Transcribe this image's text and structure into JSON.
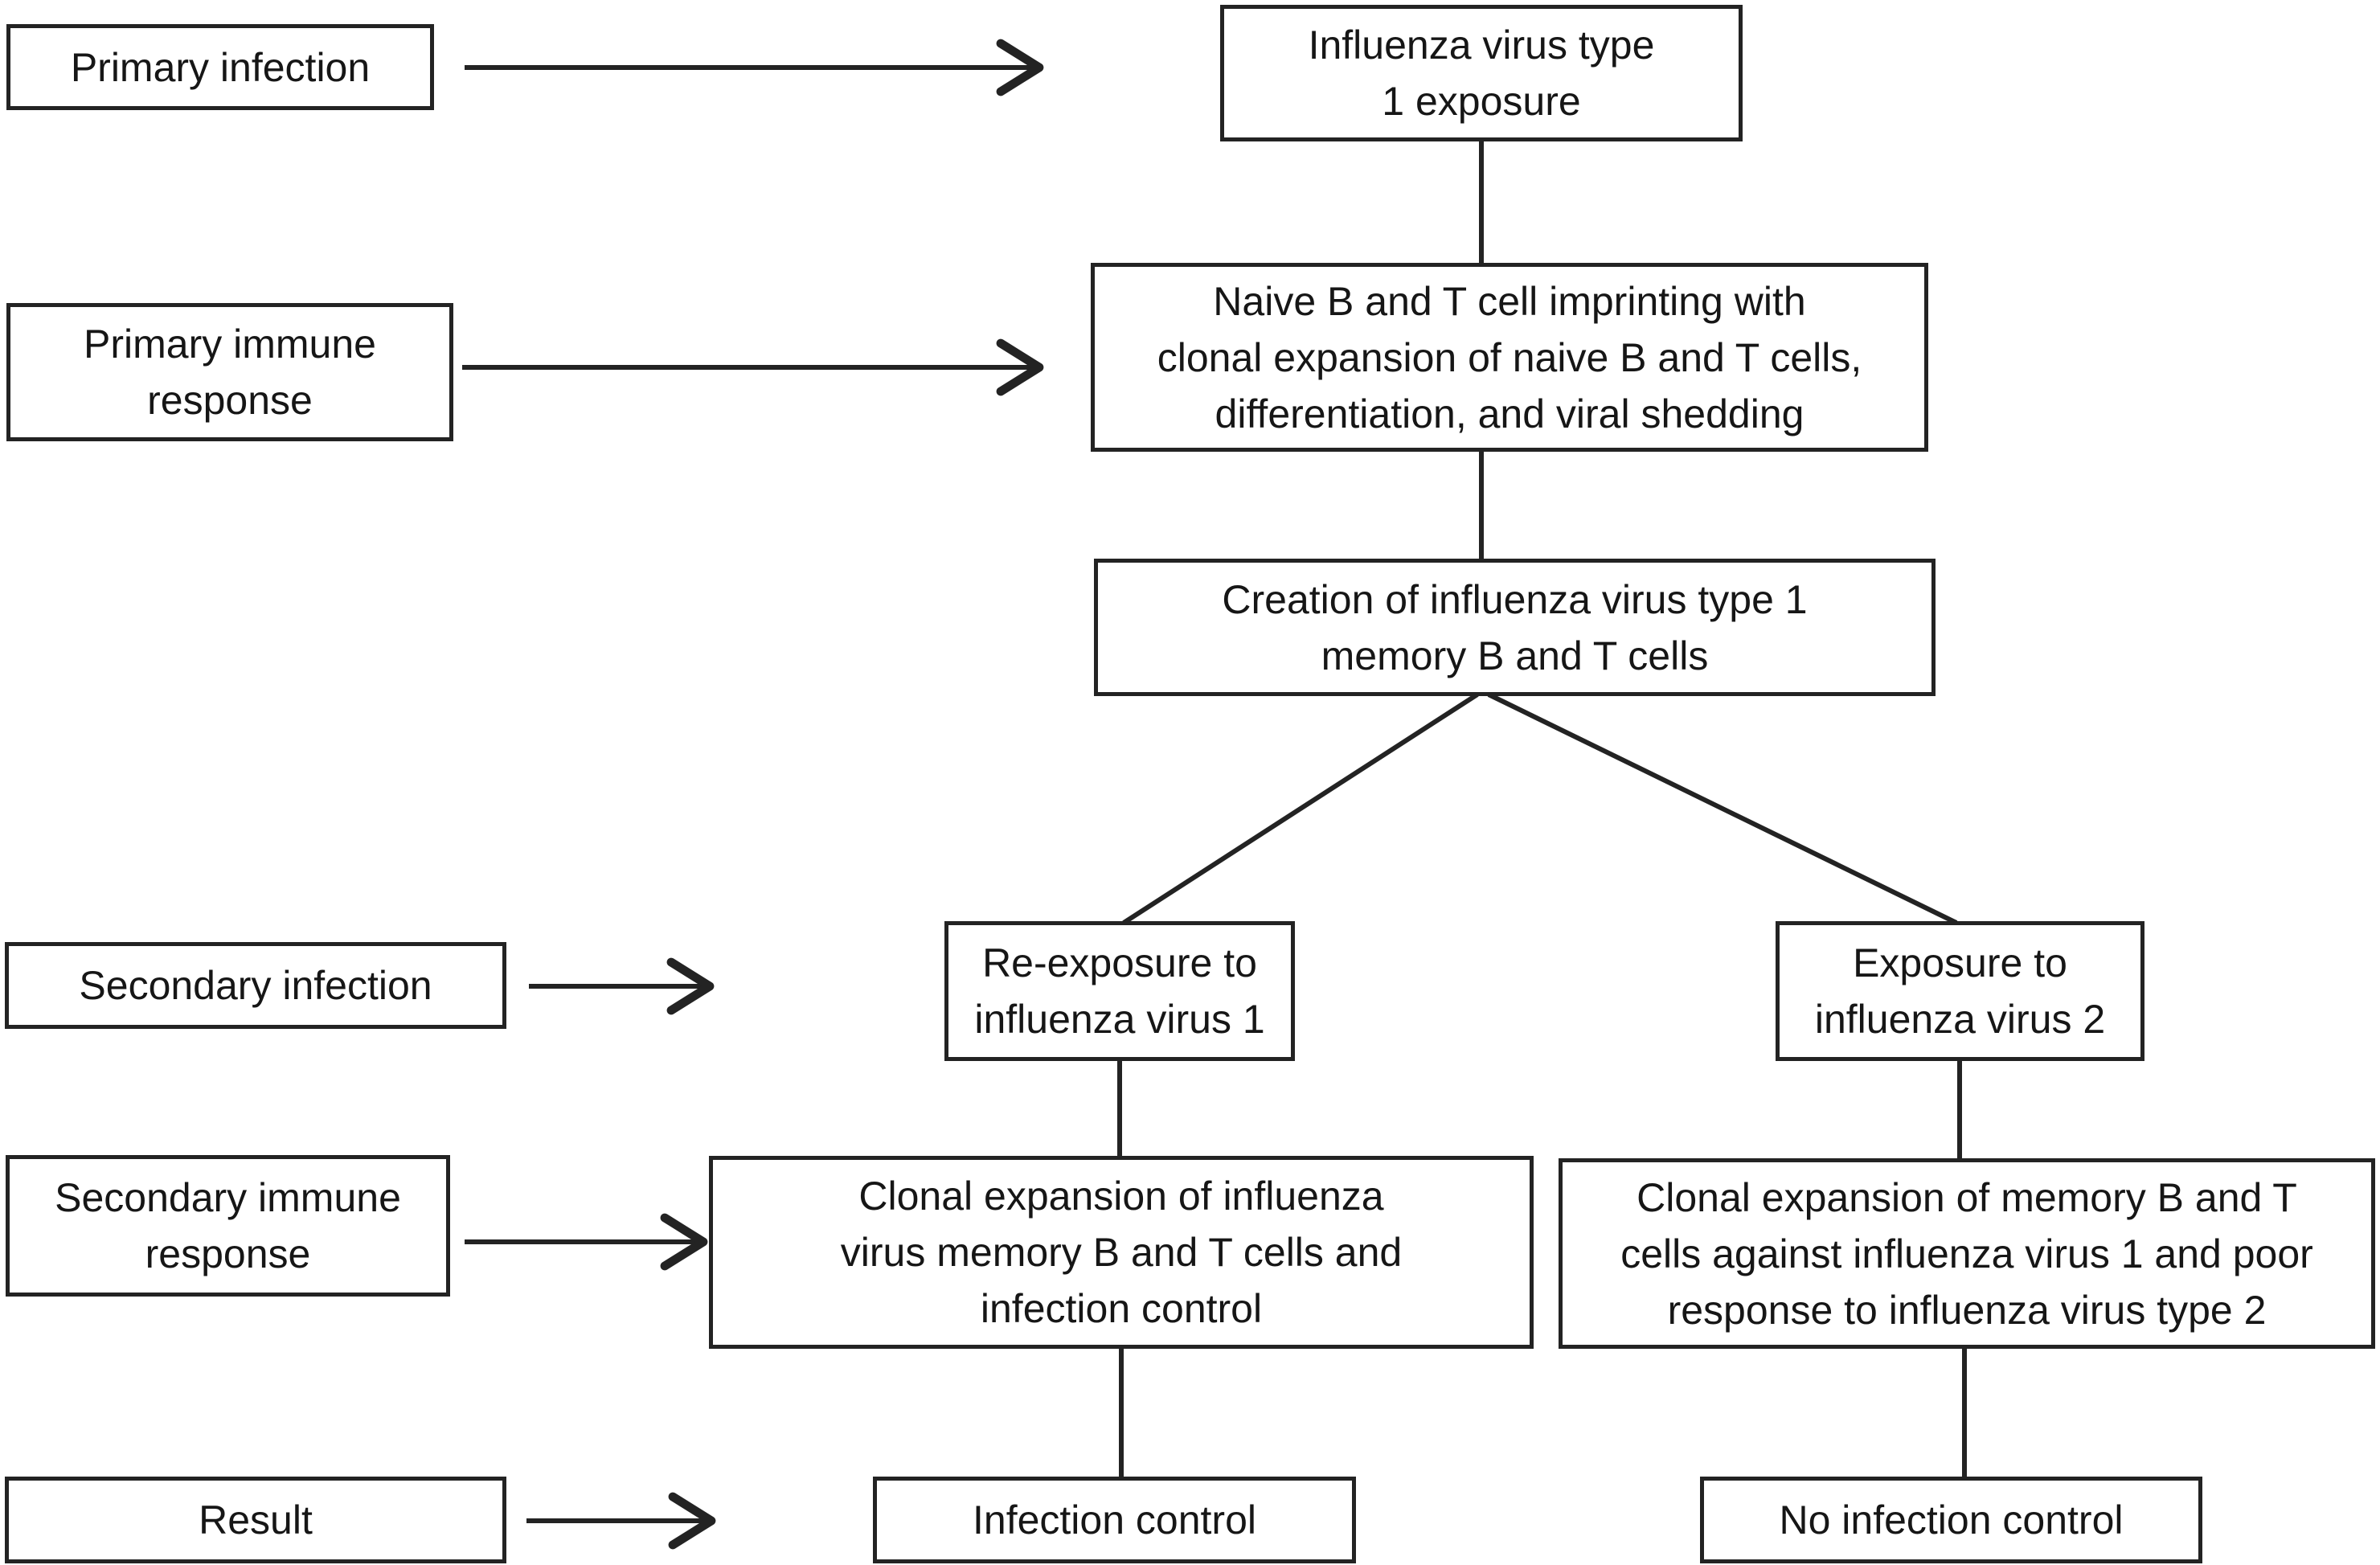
{
  "figure": {
    "type": "flowchart",
    "colors": {
      "background": "#ffffff",
      "ink": "#232323",
      "text": "#161616"
    },
    "row_labels": [
      {
        "id": "primary-infection",
        "text": [
          "Primary infection"
        ]
      },
      {
        "id": "primary-immune-response",
        "text": [
          "Primary immune",
          "response"
        ]
      },
      {
        "id": "secondary-infection",
        "text": [
          "Secondary infection"
        ]
      },
      {
        "id": "secondary-immune-response",
        "text": [
          "Secondary immune",
          "response"
        ]
      },
      {
        "id": "result",
        "text": [
          "Result"
        ]
      }
    ],
    "nodes": {
      "exposure_type1": [
        "Influenza virus type",
        "1 exposure"
      ],
      "naive_imprinting": [
        "Naive B and T cell imprinting with",
        "clonal expansion of naive B and T cells,",
        "differentiation, and viral shedding"
      ],
      "memory_creation": [
        "Creation of influenza virus type 1",
        "memory B and T cells"
      ],
      "reexposure_virus1": [
        "Re-exposure to",
        "influenza virus 1"
      ],
      "exposure_virus2": [
        "Exposure to",
        "influenza virus 2"
      ],
      "clonal_expansion_control": [
        "Clonal expansion of influenza",
        "virus memory B and T cells and",
        "infection control"
      ],
      "clonal_expansion_poor": [
        "Clonal expansion of memory B and T",
        "cells against influenza virus 1 and poor",
        "response to influenza virus type 2"
      ],
      "infection_control": [
        "Infection control"
      ],
      "no_infection_control": [
        "No infection control"
      ]
    }
  }
}
